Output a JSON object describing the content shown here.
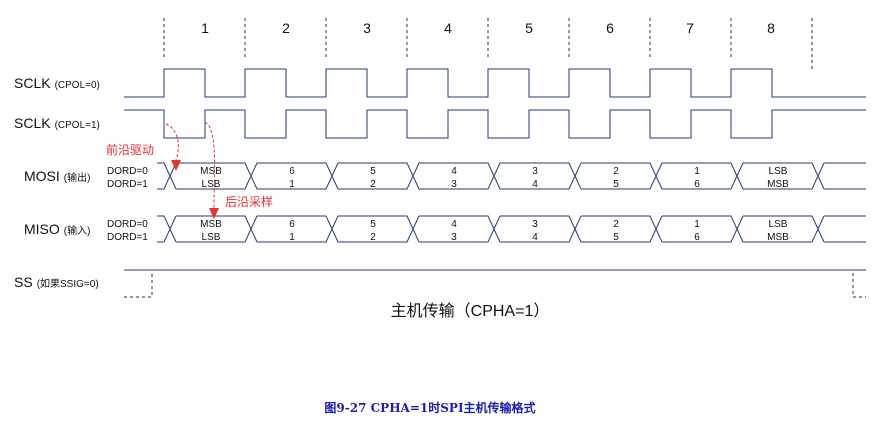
{
  "clock_numbers": [
    "1",
    "2",
    "3",
    "4",
    "5",
    "6",
    "7",
    "8"
  ],
  "signals": {
    "sclk0": {
      "name": "SCLK",
      "cond": "(CPOL=0)"
    },
    "sclk1": {
      "name": "SCLK",
      "cond": "(CPOL=1)"
    },
    "mosi": {
      "name": "MOSI",
      "cond": "(输出)"
    },
    "miso": {
      "name": "MISO",
      "cond": "(输入)"
    },
    "ss": {
      "name": "SS",
      "cond": "(如果SSIG=0)"
    }
  },
  "dord": {
    "zero": "DORD=0",
    "one": "DORD=1"
  },
  "data_bits": {
    "dord0": [
      "MSB",
      "6",
      "5",
      "4",
      "3",
      "2",
      "1",
      "LSB"
    ],
    "dord1": [
      "LSB",
      "1",
      "2",
      "3",
      "4",
      "5",
      "6",
      "MSB"
    ]
  },
  "annotations": {
    "leading_edge_drive": "前沿驱动",
    "trailing_edge_sample": "后沿采样"
  },
  "diagram_title": "主机传输（CPHA=1）",
  "caption": "图9-27 CPHA=1时SPI主机传输格式",
  "colors": {
    "signal_line": "#2a3a78",
    "annotation": "#e53232",
    "caption": "#1d1db0"
  }
}
